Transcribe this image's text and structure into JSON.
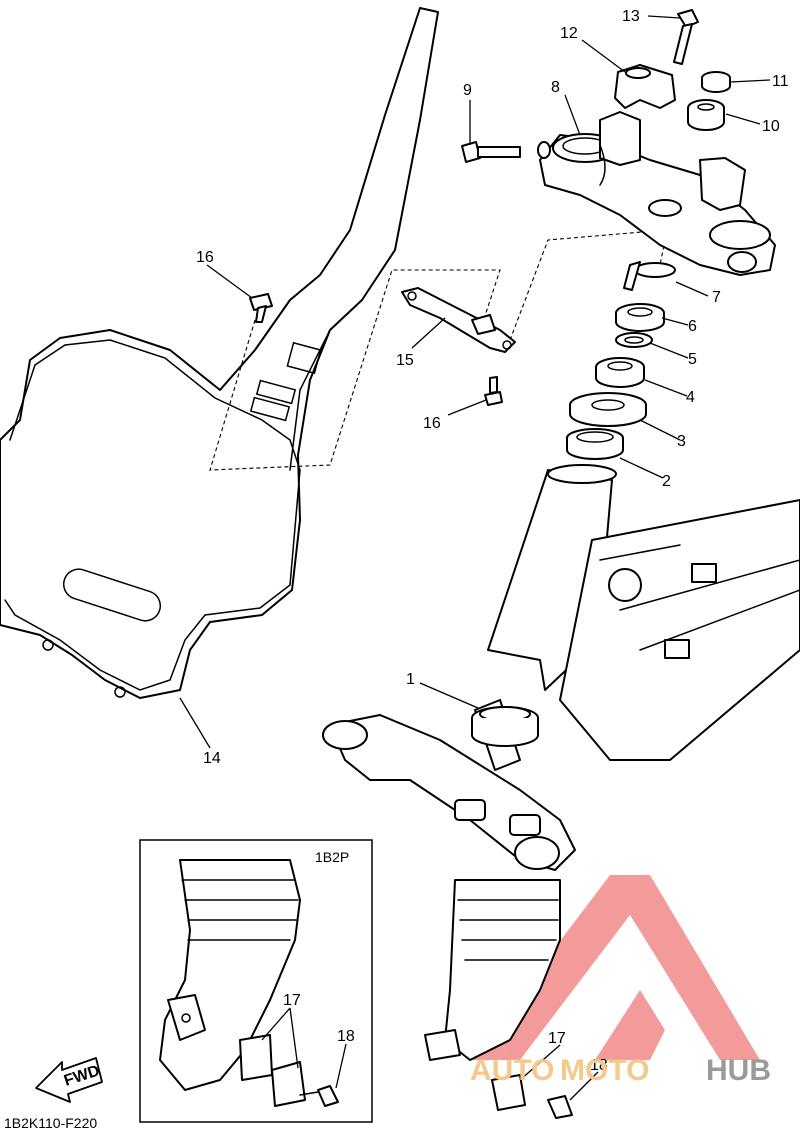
{
  "diagram_code": "1B2K110-F220",
  "inset_label": "1B2P",
  "fwd_label": "FWD",
  "watermark": {
    "text_auto": "AUTO",
    "text_moto": "MOTO",
    "text_hub": "HUB",
    "colors": {
      "logo": "#f28a8a",
      "auto": "#f6c88a",
      "moto": "#f6c88a",
      "hub": "#9a9a9a"
    }
  },
  "callouts": [
    {
      "id": "c1",
      "label": "1"
    },
    {
      "id": "c2",
      "label": "2"
    },
    {
      "id": "c3",
      "label": "3"
    },
    {
      "id": "c4",
      "label": "4"
    },
    {
      "id": "c5",
      "label": "5"
    },
    {
      "id": "c6",
      "label": "6"
    },
    {
      "id": "c7",
      "label": "7"
    },
    {
      "id": "c8",
      "label": "8"
    },
    {
      "id": "c9",
      "label": "9"
    },
    {
      "id": "c10",
      "label": "10"
    },
    {
      "id": "c11",
      "label": "11"
    },
    {
      "id": "c12",
      "label": "12"
    },
    {
      "id": "c13",
      "label": "13"
    },
    {
      "id": "c14",
      "label": "14"
    },
    {
      "id": "c15",
      "label": "15"
    },
    {
      "id": "c16a",
      "label": "16"
    },
    {
      "id": "c16b",
      "label": "16"
    },
    {
      "id": "c17a",
      "label": "17"
    },
    {
      "id": "c17b",
      "label": "17"
    },
    {
      "id": "c18a",
      "label": "18"
    },
    {
      "id": "c18b",
      "label": "18"
    }
  ]
}
